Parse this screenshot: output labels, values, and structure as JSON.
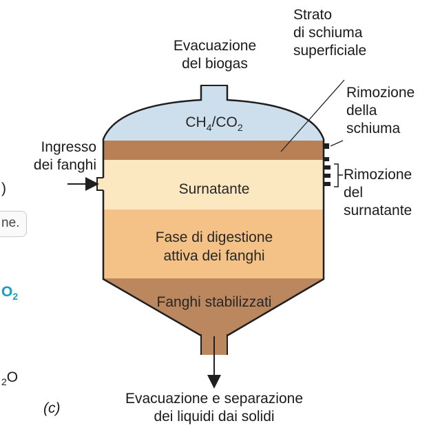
{
  "diagram": {
    "labels": {
      "biogas_outlet": [
        "Evacuazione",
        "del biogas"
      ],
      "scum_layer": [
        "Strato",
        "di schiuma",
        "superficiale"
      ],
      "scum_removal": [
        "Rimozione",
        "della",
        "schiuma"
      ],
      "sludge_inlet": [
        "Ingresso",
        "dei fanghi"
      ],
      "supernatant_removal": [
        "Rimozione",
        "del",
        "surnatante"
      ],
      "bottom_outlet": [
        "Evacuazione e separazione",
        "dei liquidi dai solidi"
      ],
      "panel_letter": "(c)"
    },
    "zones": {
      "gas": "CH4/CO2",
      "supernatant": "Surnatante",
      "active_digestion": [
        "Fase di digestione",
        "attiva dei fanghi"
      ],
      "stabilized_sludge": "Fanghi stabilizzati"
    },
    "colors": {
      "gas": "#cddfec",
      "scum": "#b98056",
      "supernatant": "#fbe7c0",
      "active_digestion": "#f4c287",
      "stabilized_sludge": "#bb875f",
      "outline": "#1f1f1f",
      "cyan_text": "#1a9bc4"
    }
  },
  "cropped_left_column": {
    "paren": ")",
    "pill_text": "ne.",
    "o2_text": "O",
    "o2_sub": "2",
    "h2o_sub": "2",
    "h2o_text": "O"
  }
}
